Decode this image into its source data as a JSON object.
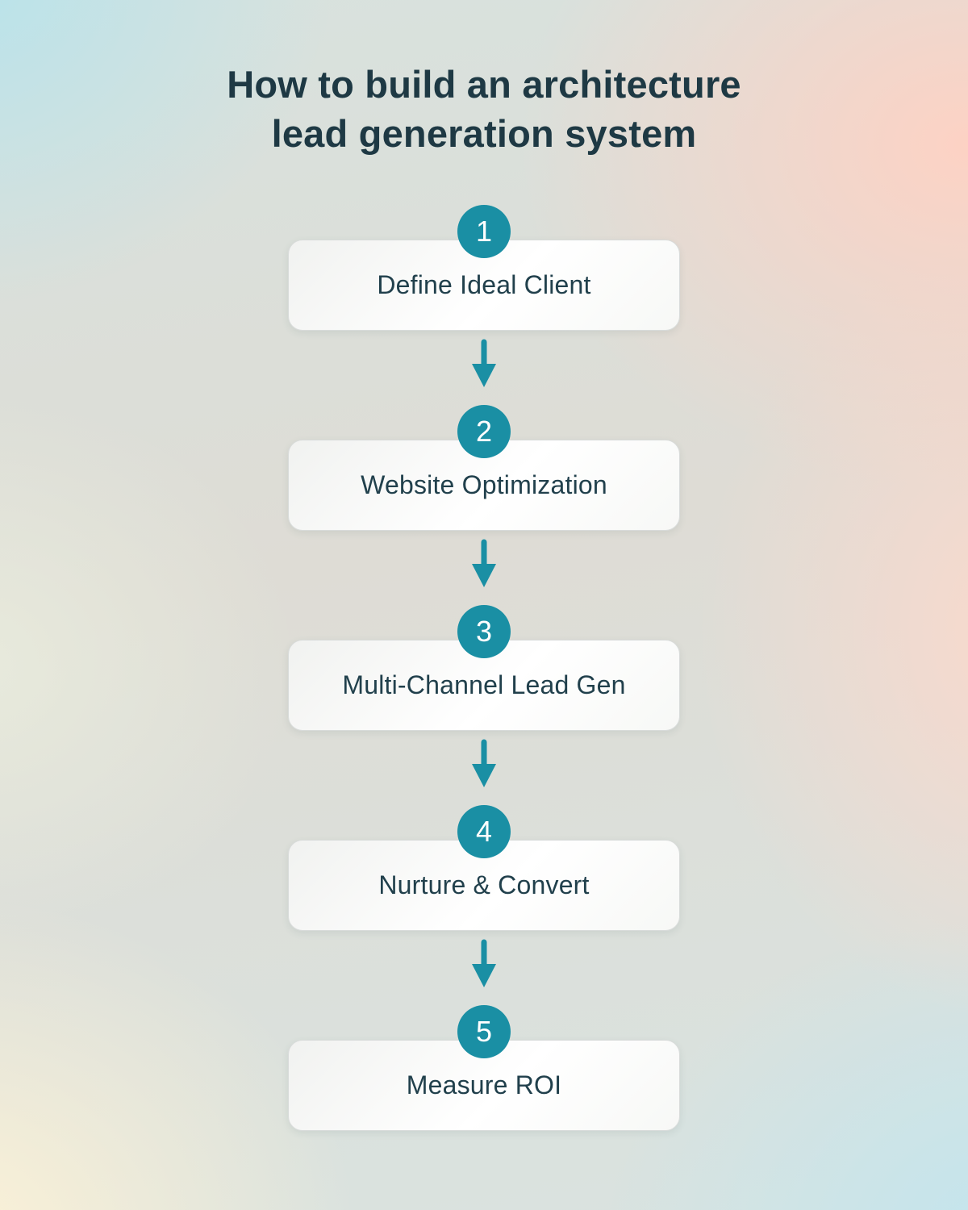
{
  "title": {
    "line1": "How to build an architecture",
    "line2": "lead generation system"
  },
  "steps": [
    {
      "number": "1",
      "label": "Define Ideal Client"
    },
    {
      "number": "2",
      "label": "Website Optimization"
    },
    {
      "number": "3",
      "label": "Multi-Channel Lead Gen"
    },
    {
      "number": "4",
      "label": "Nurture & Convert"
    },
    {
      "number": "5",
      "label": "Measure ROI"
    }
  ],
  "colors": {
    "accent_teal": "#1a8fa4",
    "title_text": "#1e3944",
    "step_text": "#21404c",
    "box_border": "#d8dbda",
    "badge_number_text": "#ffffff"
  }
}
